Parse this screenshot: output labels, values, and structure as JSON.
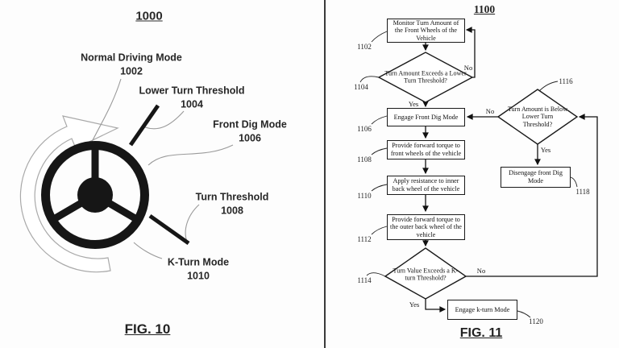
{
  "fig10": {
    "title": "1000",
    "caption": "FIG. 10",
    "icons": {
      "wheel": "steering-wheel-icon",
      "rotation": "rotation-arc-arrow-icon",
      "threshold_markers": "threshold-tick-marks"
    },
    "labels": [
      {
        "text": "Normal Driving Mode",
        "ref": "1002"
      },
      {
        "text": "Lower Turn Threshold",
        "ref": "1004"
      },
      {
        "text": "Front Dig Mode",
        "ref": "1006"
      },
      {
        "text": "Turn Threshold",
        "ref": "1008"
      },
      {
        "text": "K-Turn Mode",
        "ref": "1010"
      }
    ]
  },
  "fig11": {
    "title": "1100",
    "caption": "FIG. 11",
    "nodes": {
      "monitor": {
        "ref": "1102",
        "text": "Monitor Turn Amount of the Front Wheels of the Vehicle"
      },
      "exceeds_lower": {
        "ref": "1104",
        "text": "Turn Amount Exceeds a Lower Turn Threshold?"
      },
      "engage_front_dig": {
        "ref": "1106",
        "text": "Engage Front Dig Mode"
      },
      "forward_torque_front": {
        "ref": "1108",
        "text": "Provide forward torque to front wheels of the vehicle"
      },
      "resist_inner_back": {
        "ref": "1110",
        "text": "Apply resistance to inner back wheel of the vehicle"
      },
      "forward_torque_outer": {
        "ref": "1112",
        "text": "Provide forward torque to the outer back wheel of the vehicle"
      },
      "exceeds_kturn": {
        "ref": "1114",
        "text": "Turn Value Exceeds a K-turn Threshold?"
      },
      "below_lower": {
        "ref": "1116",
        "text": "Turn Amount is Below Lower Turn Threshold?"
      },
      "disengage_front_dig": {
        "ref": "1118",
        "text": "Disengage front Dig Mode"
      },
      "engage_kturn": {
        "ref": "1120",
        "text": "Engage k-turn Mode"
      }
    },
    "edge_labels": {
      "yes": "Yes",
      "no": "No"
    }
  }
}
